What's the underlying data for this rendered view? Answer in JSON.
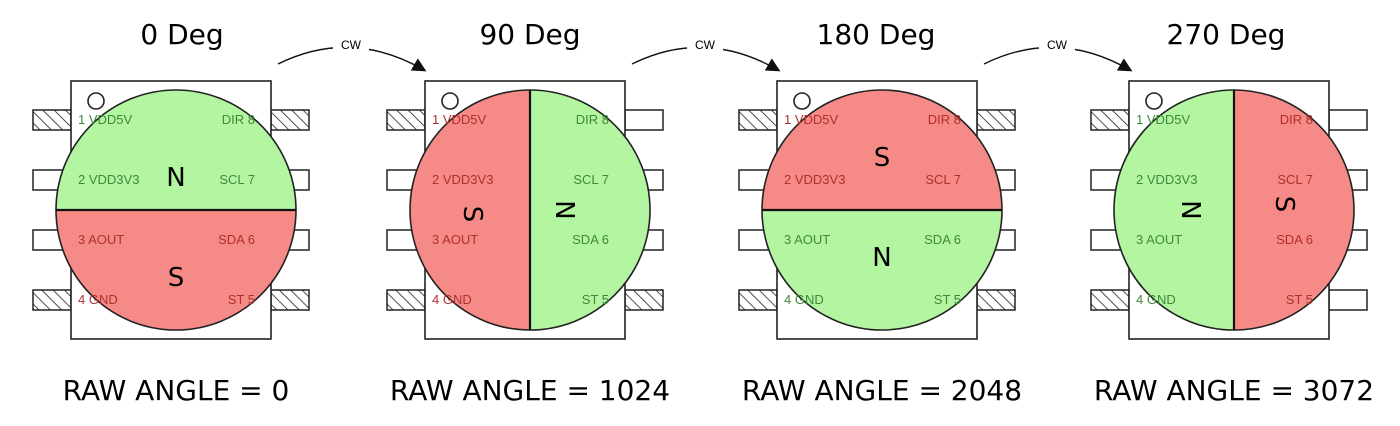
{
  "cw_label": "CW",
  "colors": {
    "north": "#b3f5a0",
    "south": "#f58a86",
    "body": "#ffffff",
    "stroke": "#222222",
    "pin_on_green": "#3c8a3c",
    "pin_on_red": "#b03030"
  },
  "pin_labels": {
    "left": [
      "1 VDD5V",
      "2 VDD3V3",
      "3 AOUT",
      "4 GND"
    ],
    "right": [
      "DIR 8",
      "SCL 7",
      "SDA 6",
      "ST 5"
    ]
  },
  "panels": [
    {
      "title": "0 Deg",
      "north": "N",
      "south": "S",
      "raw": "RAW ANGLE = 0"
    },
    {
      "title": "90 Deg",
      "north": "N",
      "south": "S",
      "raw": "RAW ANGLE = 1024"
    },
    {
      "title": "180 Deg",
      "north": "N",
      "south": "S",
      "raw": "RAW ANGLE = 2048"
    },
    {
      "title": "270 Deg",
      "north": "N",
      "south": "S",
      "raw": "RAW ANGLE = 3072"
    }
  ]
}
